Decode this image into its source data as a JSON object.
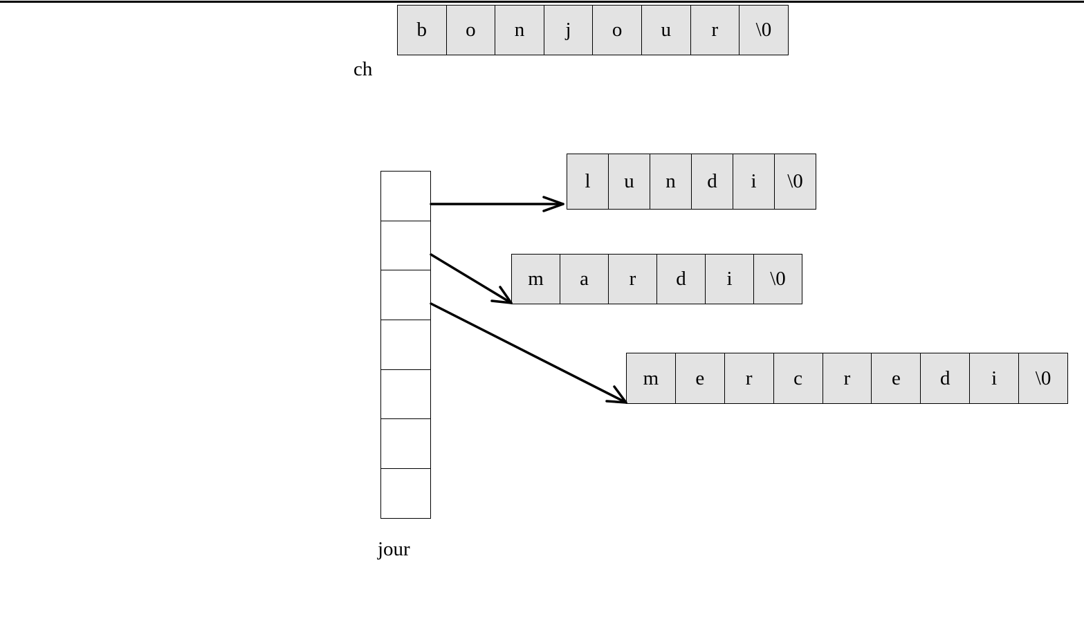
{
  "ch": {
    "label": "ch",
    "cells": [
      "b",
      "o",
      "n",
      "j",
      "o",
      "u",
      "r",
      "\\0"
    ]
  },
  "jour": {
    "label": "jour",
    "slot_count": 7,
    "strings": [
      {
        "name": "lundi",
        "cells": [
          "l",
          "u",
          "n",
          "d",
          "i",
          "\\0"
        ]
      },
      {
        "name": "mardi",
        "cells": [
          "m",
          "a",
          "r",
          "d",
          "i",
          "\\0"
        ]
      },
      {
        "name": "mercredi",
        "cells": [
          "m",
          "e",
          "r",
          "c",
          "r",
          "e",
          "d",
          "i",
          "\\0"
        ]
      }
    ]
  },
  "colors": {
    "cell_fill": "#e3e3e3",
    "stroke": "#000000"
  }
}
